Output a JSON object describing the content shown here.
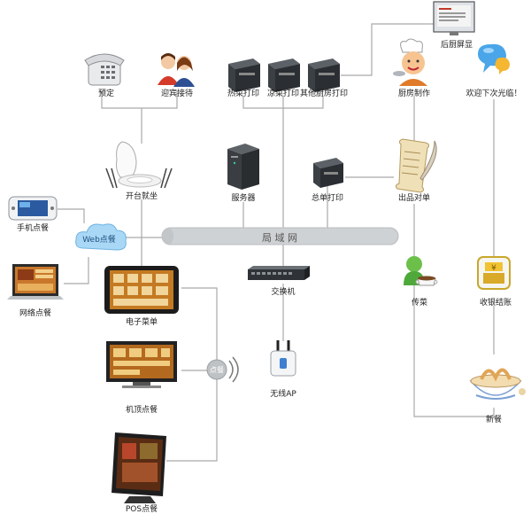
{
  "nodes": {
    "reservation": "预定",
    "reception": "迎宾接待",
    "hot_print": "热菜打印",
    "cold_print": "凉菜打印",
    "other_kitchen_print": "其他厨房打印",
    "kitchen_screen": "后厨屏显",
    "kitchen_cook": "厨房制作",
    "welcome_back": "欢迎下次光临！",
    "open_table": "开台就坐",
    "server": "服务器",
    "summary_print": "总单打印",
    "dish_check": "出品对单",
    "mobile_order": "手机点餐",
    "web_bubble": "Web点餐",
    "lan": "局 域 网",
    "web_order": "网络点餐",
    "e_menu": "电子菜单",
    "switch": "交换机",
    "serve_dish": "传菜",
    "checkout": "收银结账",
    "kiosk_order": "机顶点餐",
    "wireless_ap": "无线AP",
    "order_badge": "点餐",
    "new_meal": "新餐",
    "pos_order": "POS点餐"
  },
  "colors": {
    "line": "#a9a9a9",
    "lan_bar": "#cfd2d4",
    "lan_text": "#555555"
  },
  "icons": {
    "reservation": "telephone-icon",
    "reception": "greeters-icon",
    "hot_print": "printer-icon",
    "kitchen_screen": "monitor-icon",
    "kitchen_cook": "chef-icon",
    "welcome_back": "speech-bubble-icon",
    "open_table": "table-setting-icon",
    "server": "server-tower-icon",
    "dish_check": "scroll-quill-icon",
    "mobile_order": "handheld-device-icon",
    "web_order": "laptop-icon",
    "e_menu": "tablet-icon",
    "switch": "network-switch-icon",
    "serve_dish": "messenger-cup-icon",
    "checkout": "cash-register-icon",
    "kiosk_order": "tv-screen-icon",
    "wireless_ap": "wifi-access-point-icon",
    "new_meal": "food-bowl-icon",
    "pos_order": "pos-monitor-icon"
  }
}
